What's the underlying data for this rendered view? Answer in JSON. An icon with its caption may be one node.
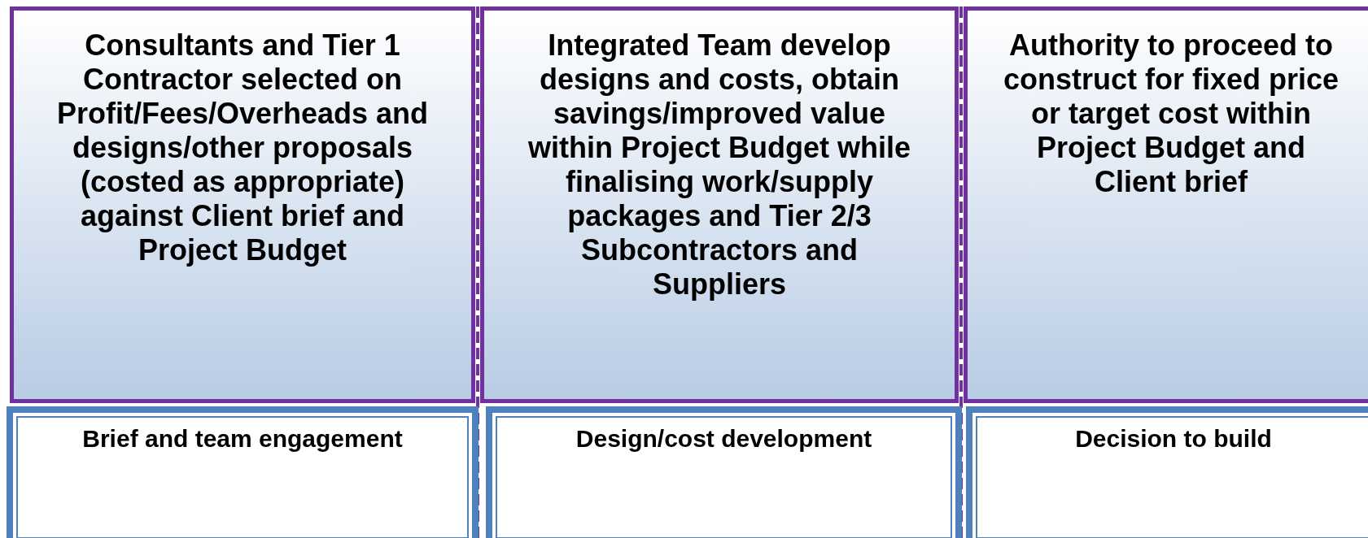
{
  "diagram": {
    "nodes": [
      {
        "text": [
          "Consultants and Tier 1 Contractor selected on Profit/Fees/Overheads and designs/other proposals (costed as appropriate) against Client brief and Project Budget"
        ]
      },
      {
        "text": [
          "Integrated Team develop designs and costs, obtain savings/improved value within Project Budget while finalising work/supply packages and Tier 2/3 Subcontractors and Suppliers"
        ]
      },
      {
        "text": [
          "Authority to proceed to construct for fixed price or target cost within Project Budget and Client brief"
        ]
      },
      {
        "text": [
          "Brief and team engagement"
        ]
      },
      {
        "text": [
          "Design/cost development"
        ]
      },
      {
        "text": [
          "Decision to build"
        ]
      }
    ]
  }
}
